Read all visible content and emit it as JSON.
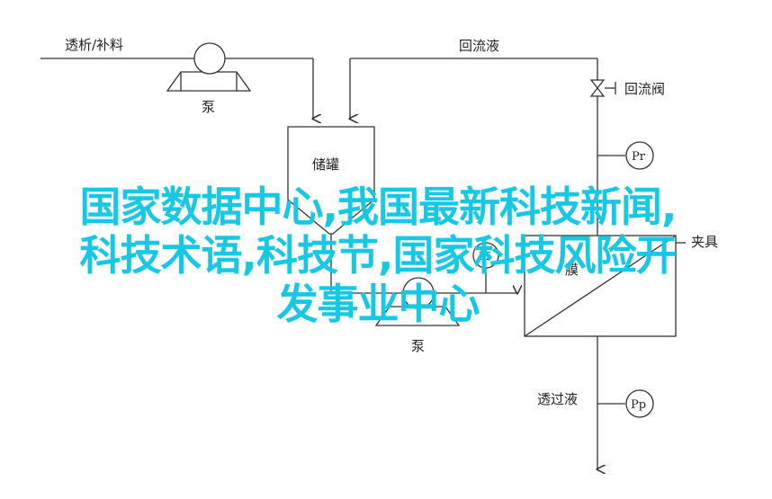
{
  "diagram": {
    "feed_label": "透析/补料",
    "pump1_label": "泵",
    "recirc_label": "回流液",
    "valve_label": "回流阀",
    "tank_label": "储罐",
    "pr_label": "Pr",
    "pf_label": "Pf",
    "clamp_label": "夹具",
    "membrane_label": "膜",
    "pump2_label": "泵",
    "permeate_label": "透过液",
    "pp_label": "Pp"
  },
  "overlay": {
    "line1": "国家数据中心,我国最新科技新闻,",
    "line2": "科技术语,科技节,国家科技风险开",
    "line3": "发事业中心"
  },
  "colors": {
    "overlay_text": "#16c8e4",
    "line": "#333333"
  }
}
